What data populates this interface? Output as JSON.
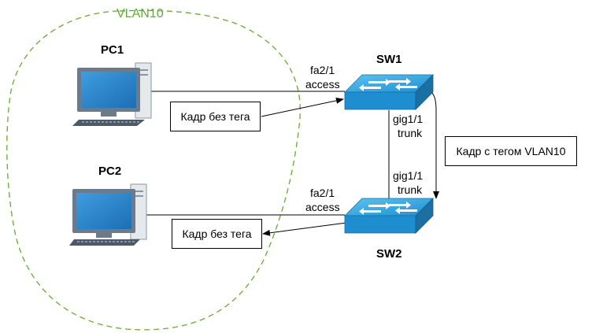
{
  "vlan": {
    "label": "VLAN10",
    "color": "#66aa33"
  },
  "pc1": {
    "label": "PC1"
  },
  "pc2": {
    "label": "PC2"
  },
  "sw1": {
    "label": "SW1"
  },
  "sw2": {
    "label": "SW2"
  },
  "links": {
    "pc1_sw1": {
      "port": "fa2/1",
      "mode": "access"
    },
    "pc2_sw2": {
      "port": "fa2/1",
      "mode": "access"
    },
    "sw1_down": {
      "port": "gig1/1",
      "mode": "trunk"
    },
    "sw2_up": {
      "port": "gig1/1",
      "mode": "trunk"
    }
  },
  "notes": {
    "untagged_in": "Кадр без тега",
    "untagged_out": "Кадр без тега",
    "tagged": "Кадр с тегом VLAN10"
  },
  "colors": {
    "switch_top": "#2a9fd6",
    "switch_side": "#1a6fa3",
    "monitor_frame": "#6b7b8c",
    "monitor_screen": "#2f86c9"
  }
}
